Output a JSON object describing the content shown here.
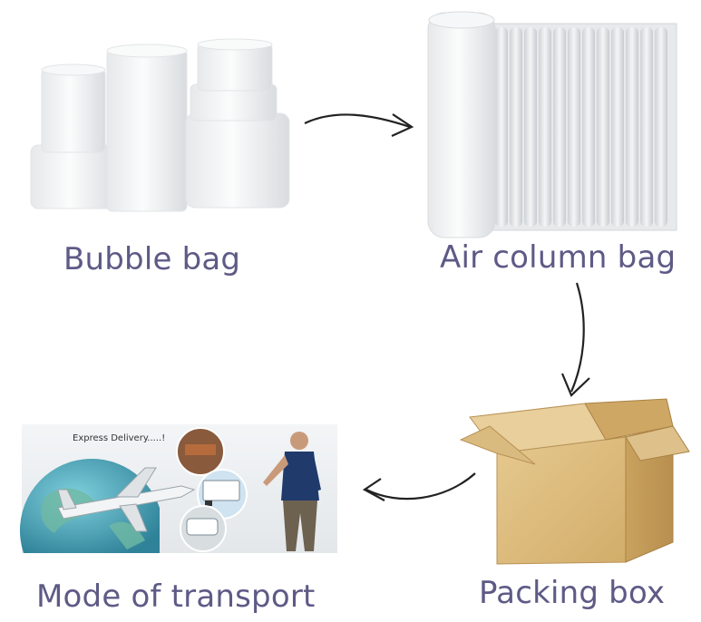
{
  "captions": {
    "bubble_bag": "Bubble bag",
    "air_column_bag": "Air column bag",
    "packing_box": "Packing box",
    "mode_of_transport": "Mode of transport"
  },
  "transport_image": {
    "banner_text": "Express Delivery.....!"
  },
  "colors": {
    "caption": "#5e5a86",
    "arrow": "#222222",
    "cardboard": "#d8b77a",
    "globe": "#4a9fb0"
  }
}
